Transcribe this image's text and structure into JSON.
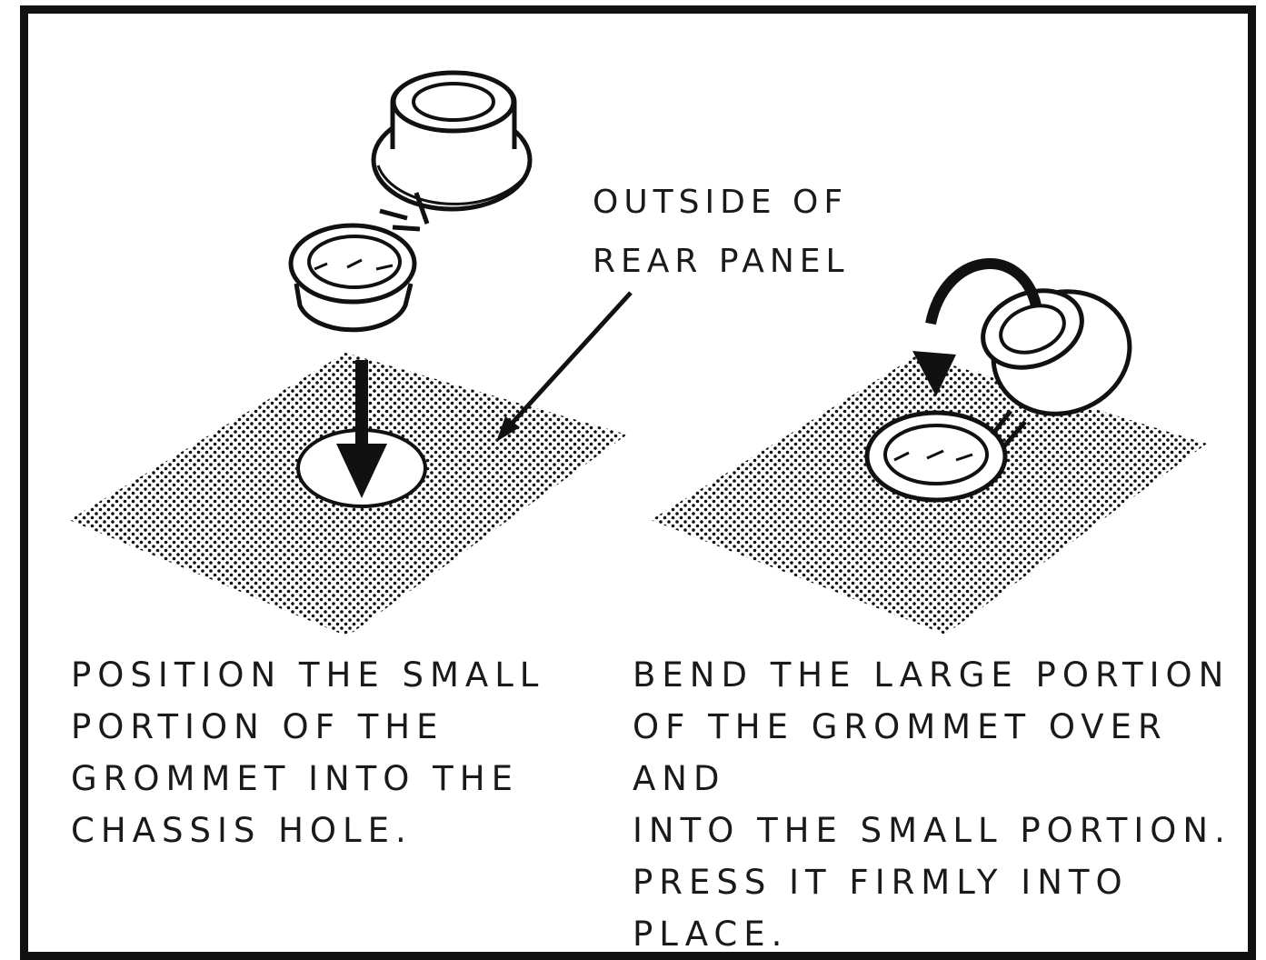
{
  "callout": {
    "lines": "OUTSIDE OF\nREAR PANEL"
  },
  "steps": [
    {
      "caption": "POSITION THE SMALL\nPORTION OF THE\nGROMMET INTO THE\nCHASSIS HOLE."
    },
    {
      "caption": "BEND THE LARGE PORTION\nOF THE GROMMET OVER AND\nINTO THE SMALL PORTION.\nPRESS IT FIRMLY INTO\nPLACE."
    }
  ],
  "colors": {
    "ink": "#111111",
    "paper": "#ffffff"
  }
}
